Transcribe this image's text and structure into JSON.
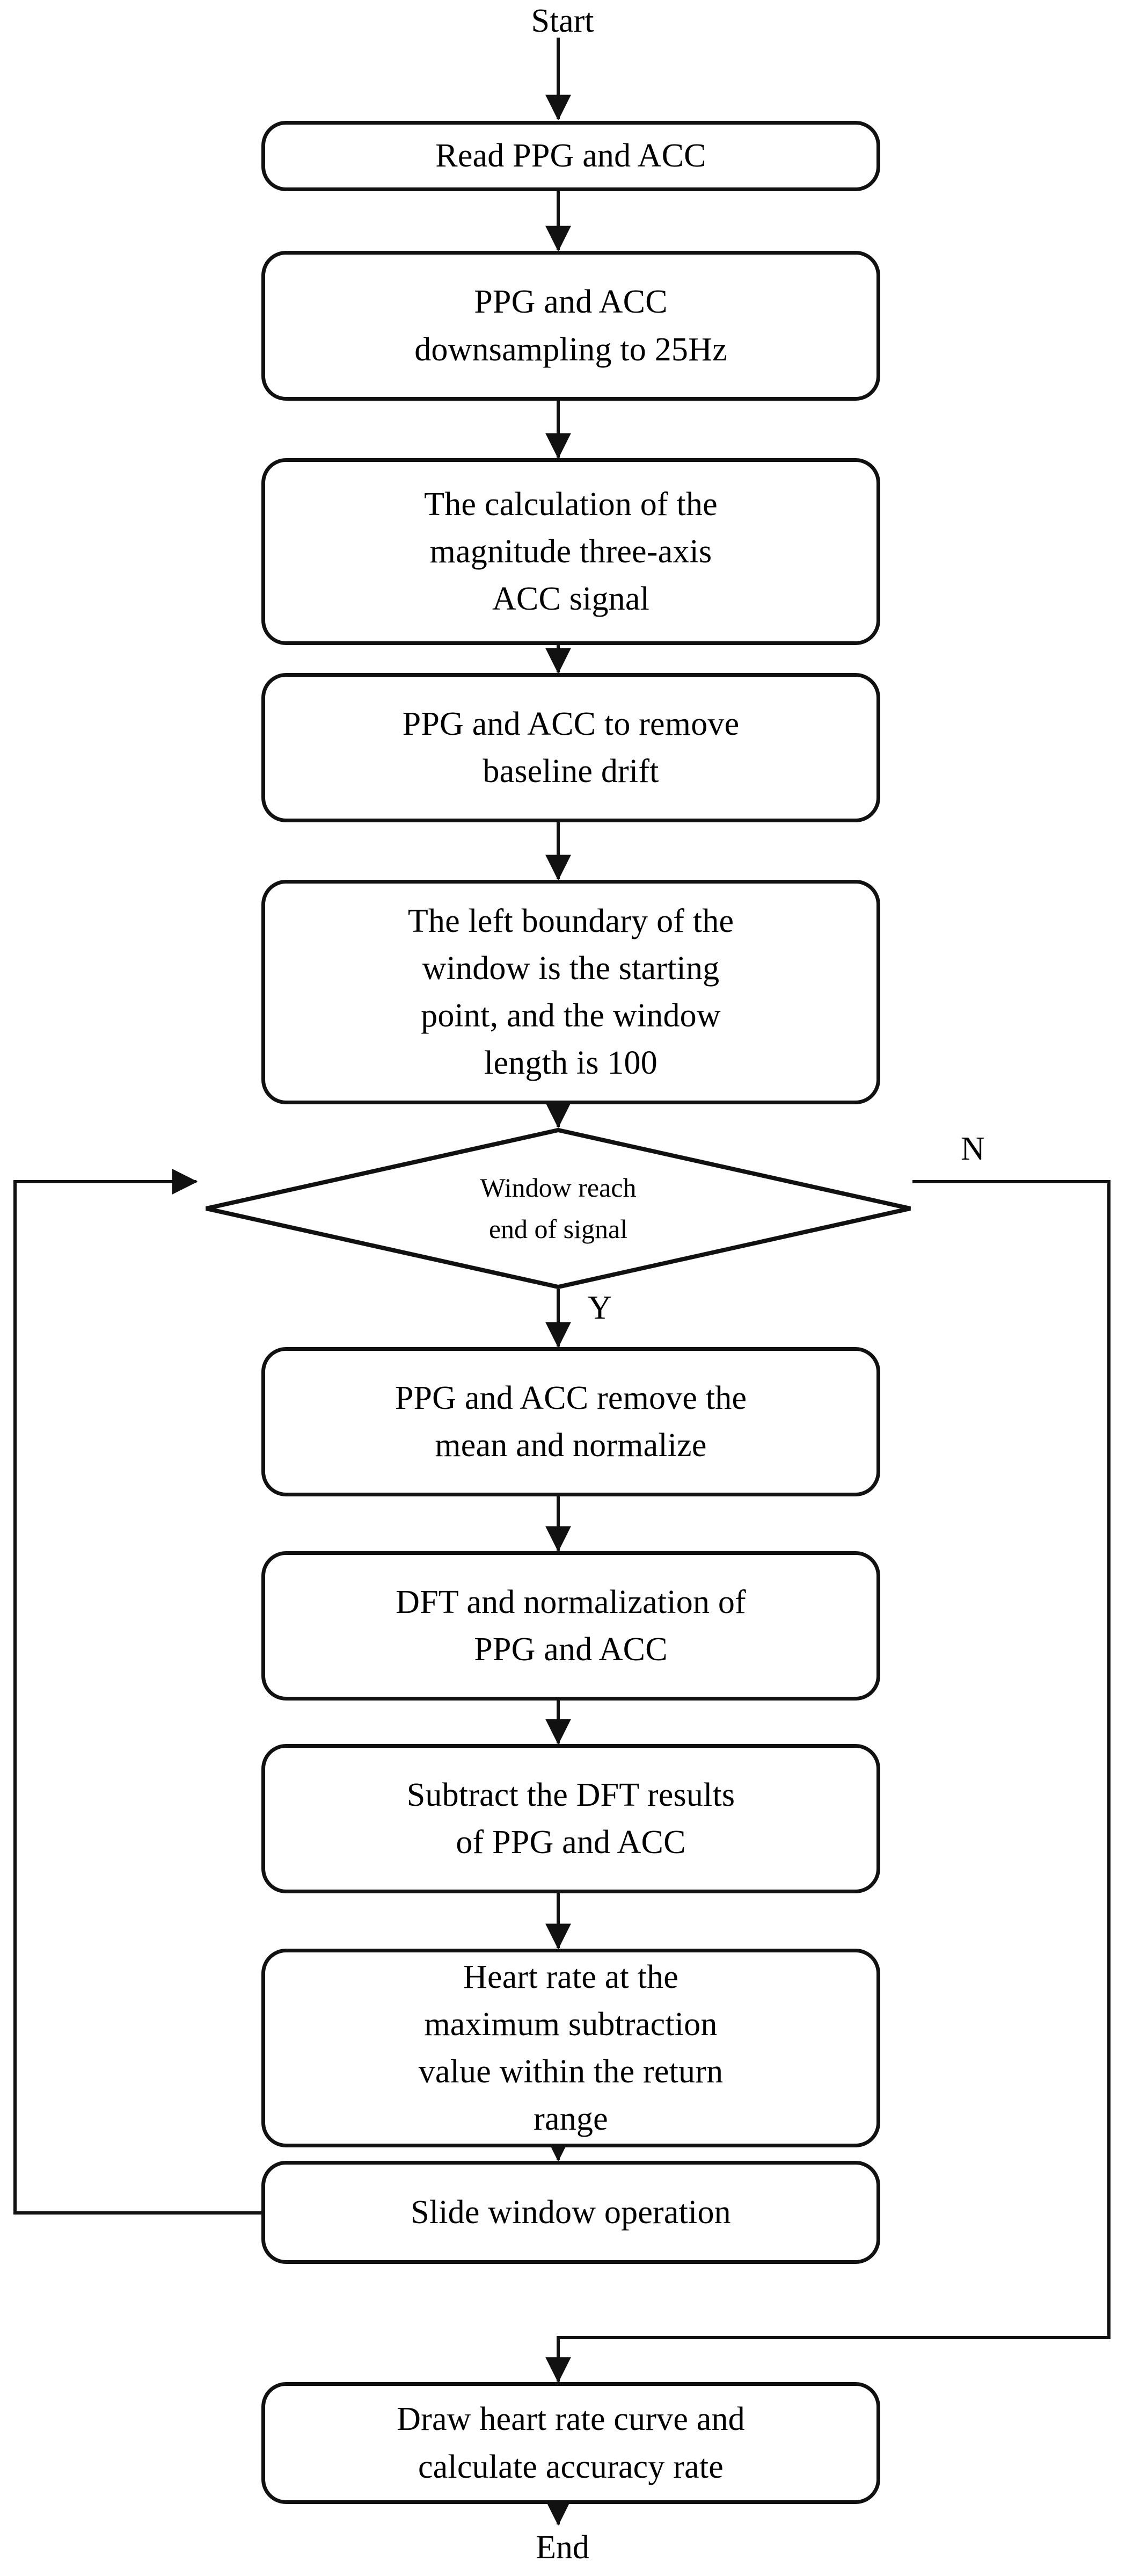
{
  "diagram": {
    "title": "PPG and ACC heart rate estimation flowchart",
    "line_color": "#111111",
    "background": "#ffffff",
    "text_color": "#000000"
  },
  "terminals": {
    "start": "Start",
    "end": "End"
  },
  "branch_labels": {
    "yes": "Y",
    "no": "N"
  },
  "decision": {
    "text": "Window reach\nend of signal"
  },
  "nodes": [
    {
      "id": "read",
      "text": "Read PPG and ACC"
    },
    {
      "id": "downsample",
      "text": "PPG and ACC\ndownsampling to 25Hz"
    },
    {
      "id": "magnitude",
      "text": "The calculation of the\nmagnitude three-axis\nACC signal"
    },
    {
      "id": "baseline",
      "text": "PPG and ACC to remove\nbaseline drift"
    },
    {
      "id": "window",
      "text": "The left boundary of the\nwindow is the starting\npoint, and the window\nlength is 100"
    },
    {
      "id": "normalize",
      "text": "PPG and ACC remove the\nmean and normalize"
    },
    {
      "id": "dft",
      "text": "DFT and normalization of\nPPG and ACC"
    },
    {
      "id": "subtract",
      "text": "Subtract the DFT results\nof PPG and ACC"
    },
    {
      "id": "heartrate",
      "text": "Heart rate at the\nmaximum subtraction\nvalue within the return\nrange"
    },
    {
      "id": "slide",
      "text": "Slide window operation"
    },
    {
      "id": "draw",
      "text": "Draw heart rate curve and\ncalculate accuracy rate"
    }
  ]
}
